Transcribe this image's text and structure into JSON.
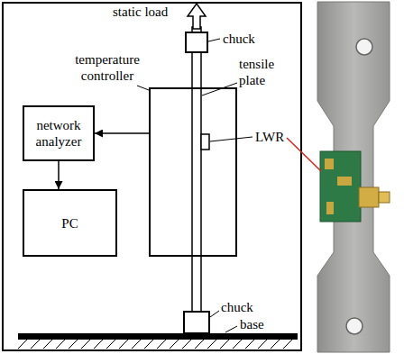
{
  "diagram": {
    "nodes": [
      {
        "text": [
          "temperature controller"
        ]
      },
      {
        "text": [
          "network analyzer"
        ]
      },
      {
        "text": [
          "PC"
        ]
      }
    ],
    "edges": [
      {
        "from": 0,
        "to": 1,
        "arrow": "to"
      },
      {
        "from": 1,
        "to": 2,
        "arrow": "to"
      }
    ],
    "labels": [
      "static load",
      "chuck",
      "tensile plate",
      "LWR",
      "chuck",
      "base"
    ]
  }
}
